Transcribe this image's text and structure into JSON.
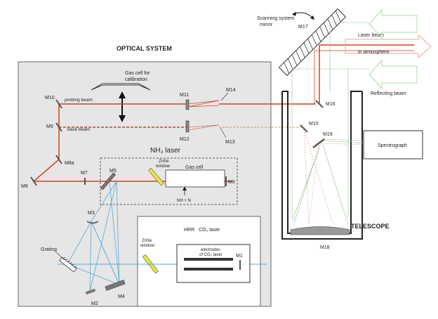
{
  "titles": {
    "optical_system": "OPTICAL SYSTEM",
    "nh3_laser": "NH₃ laser",
    "telescope": "TELESCOPE",
    "hrr_laser_prefix": "HRR",
    "hrr_laser_co2": "CO₂ laser"
  },
  "labels": {
    "gas_cell_calibration_1": "Gas cell for",
    "gas_cell_calibration_2": "calibration",
    "probing_beam": "probing beam",
    "base_beam": "base beam",
    "gas_cell": "Gas cell",
    "znse_window_upper_1": "ZnSe",
    "znse_window_upper_2": "window",
    "znse_window_lower_1": "ZnSe",
    "znse_window_lower_2": "window",
    "nh_n": "NH + N",
    "grating": "Grating",
    "electrodes_1": "electrodes",
    "electrodes_2": "of CO₂ laser",
    "scanning_mirror_1": "Scanning system",
    "scanning_mirror_2": "mirror",
    "laser_beam_1": "Laser beam",
    "laser_beam_2": "in atmosphere",
    "reflecting_beam": "Reflecting beam",
    "spectrograph": "Spectrograph"
  },
  "mirrors": {
    "M1": "M1",
    "M2": "M2",
    "M3": "M3",
    "M4": "M4",
    "M5": "M5",
    "M6": "M6",
    "M7": "M7",
    "M8": "M8",
    "M8a": "M8a",
    "M9": "M9",
    "M10": "M10",
    "M11": "M11",
    "M12": "M12",
    "M13": "M13",
    "M14": "M14",
    "M15": "M15",
    "M16": "M16",
    "M17": "M17",
    "M18": "M18",
    "M19": "M19"
  },
  "colors": {
    "laser_beam": "#d2411c",
    "co2_beam": "#5aa8d6",
    "return_beam": "#8cc08c",
    "panel_fill": "#e6e6e6",
    "znse_window": "#e6e83a",
    "arrow_outline": "#f0a0a0",
    "reflect_outline": "#a8d8a8"
  }
}
